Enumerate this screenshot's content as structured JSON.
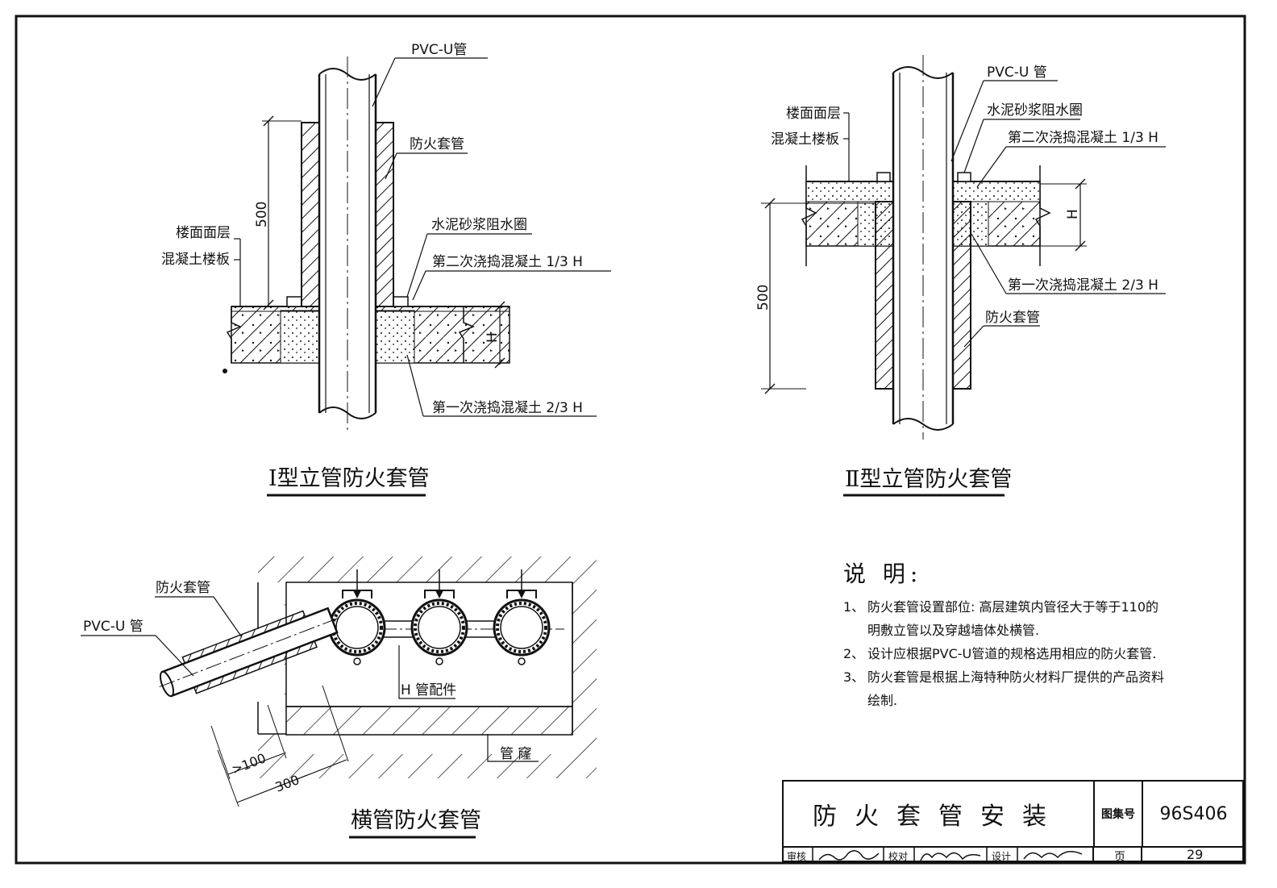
{
  "drawing": {
    "type1": {
      "caption": "Ⅰ型立管防火套管",
      "labels": {
        "pipe": "PVC-U管",
        "sleeve": "防火套管",
        "floor_surface": "楼面面层",
        "slab": "混凝土楼板",
        "water_ring": "水泥砂浆阻水圈",
        "second_pour": "第二次浇捣混凝土 1/3 H",
        "first_pour": "第一次浇捣混凝土 2/3 H",
        "dim_500": "500",
        "dim_h": "H"
      }
    },
    "type2": {
      "caption": "Ⅱ型立管防火套管",
      "labels": {
        "pipe": "PVC-U 管",
        "floor_surface": "楼面面层",
        "slab": "混凝土楼板",
        "water_ring": "水泥砂浆阻水圈",
        "second_pour": "第二次浇捣混凝土 1/3 H",
        "first_pour": "第一次浇捣混凝土 2/3 H",
        "sleeve": "防火套管",
        "dim_500": "500",
        "dim_h": "H"
      }
    },
    "horizontal": {
      "caption": "横管防火套管",
      "labels": {
        "sleeve": "防火套管",
        "pipe": "PVC-U 管",
        "h_fitting": "H 管配件",
        "duct": "管 窿",
        "dim_100": ">100",
        "dim_300": "300"
      }
    }
  },
  "notes": {
    "heading": "说 明:",
    "items": [
      {
        "num": "1、",
        "text": "防火套管设置部位: 高层建筑内管径大于等于110的明敷立管以及穿越墙体处横管."
      },
      {
        "num": "2、",
        "text": "设计应根据PVC-U管道的规格选用相应的防火套管."
      },
      {
        "num": "3、",
        "text": "防火套管是根据上海特种防火材料厂提供的产品资料绘制."
      }
    ]
  },
  "title_block": {
    "title": "防火套管安装",
    "atlas_label": "图集号",
    "atlas_no": "96S406",
    "review_label": "审核",
    "check_label": "校对",
    "design_label": "设计",
    "page_label": "页",
    "page_no": "29"
  }
}
